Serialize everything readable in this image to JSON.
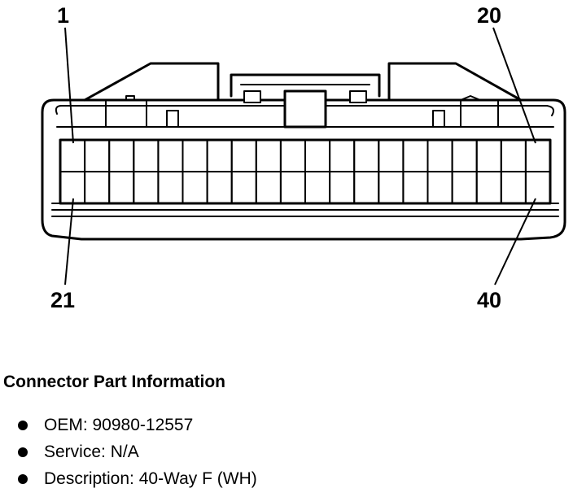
{
  "diagram": {
    "pin_labels": {
      "top_left": "1",
      "top_right": "20",
      "bottom_left": "21",
      "bottom_right": "40"
    },
    "cavity_rows": 2,
    "cavities_per_row": 20
  },
  "info": {
    "heading": "Connector Part Information",
    "items": [
      "OEM: 90980-12557",
      "Service: N/A",
      "Description: 40-Way F (WH)"
    ]
  }
}
